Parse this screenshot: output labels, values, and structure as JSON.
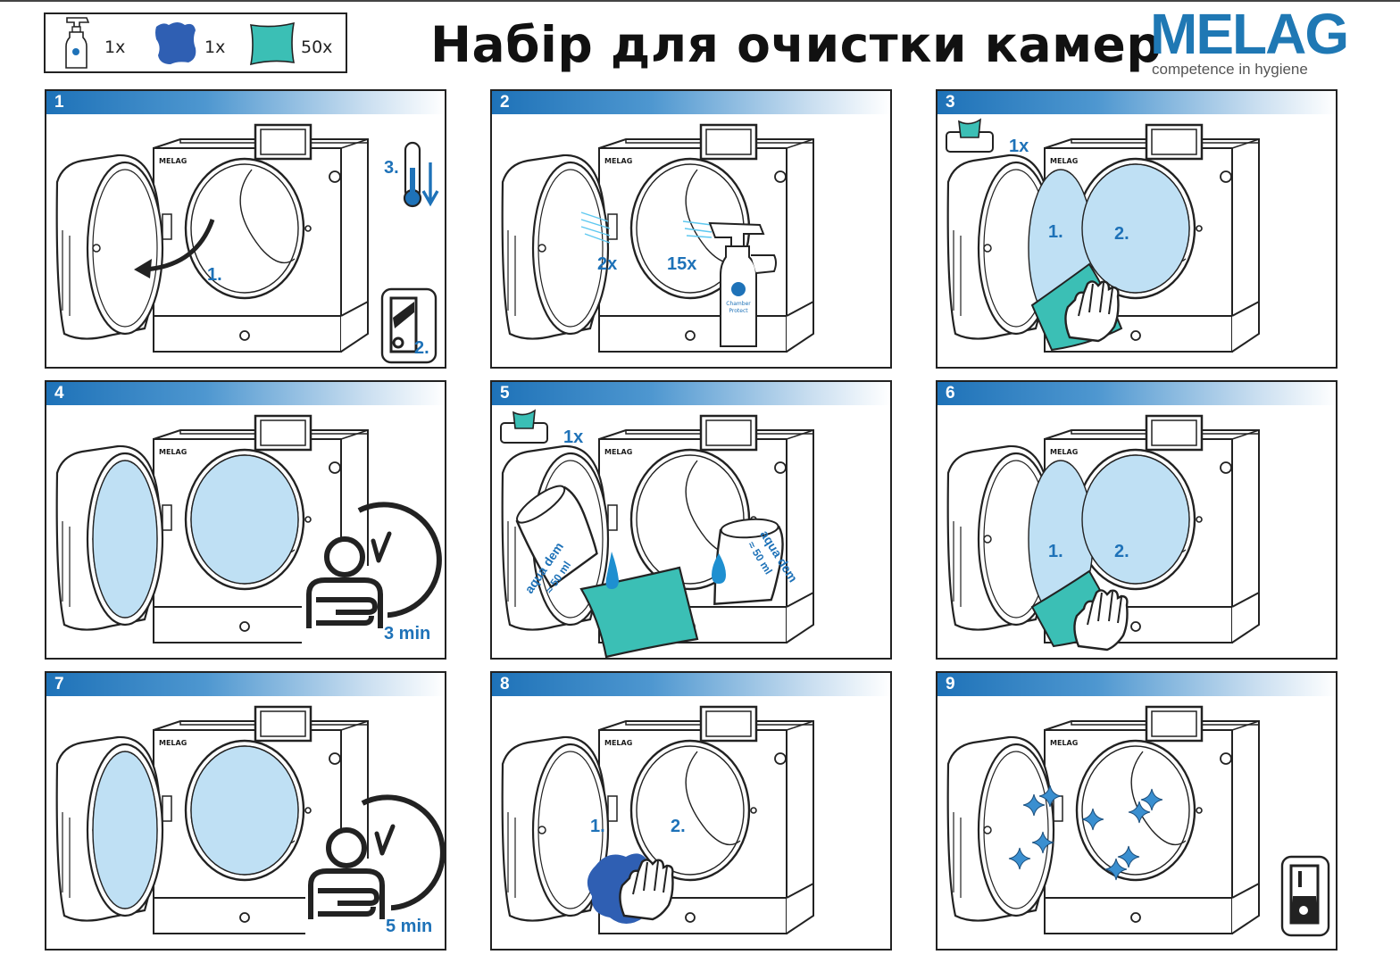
{
  "title": "Набір для очистки камер",
  "brand": {
    "name": "MELAG",
    "tagline": "competence in hygiene",
    "color": "#1f78b4"
  },
  "kit": [
    {
      "icon": "spray-bottle-icon",
      "count": "1x"
    },
    {
      "icon": "blue-cloth-icon",
      "count": "1x"
    },
    {
      "icon": "wipe-cloth-icon",
      "count": "50x"
    }
  ],
  "device_label": "MELAG",
  "spray_label": [
    "Chamber",
    "Protect"
  ],
  "colors": {
    "accent": "#1e72b8",
    "glass": "#bfe0f4",
    "wipe": "#3bbfb5",
    "cloth": "#2f5fb3"
  },
  "steps": [
    {
      "num": "1",
      "labels": [
        "1.",
        "2.",
        "3."
      ]
    },
    {
      "num": "2",
      "labels": [
        "2x",
        "15x"
      ]
    },
    {
      "num": "3",
      "labels": [
        "1x",
        "1.",
        "2."
      ]
    },
    {
      "num": "4",
      "labels": [
        "3 min"
      ]
    },
    {
      "num": "5",
      "labels": [
        "1x",
        "aqua dem",
        "≈ 50 ml",
        "aqua dem",
        "≈ 50 ml"
      ]
    },
    {
      "num": "6",
      "labels": [
        "1.",
        "2."
      ]
    },
    {
      "num": "7",
      "labels": [
        "5 min"
      ]
    },
    {
      "num": "8",
      "labels": [
        "1.",
        "2."
      ]
    },
    {
      "num": "9",
      "labels": []
    }
  ]
}
